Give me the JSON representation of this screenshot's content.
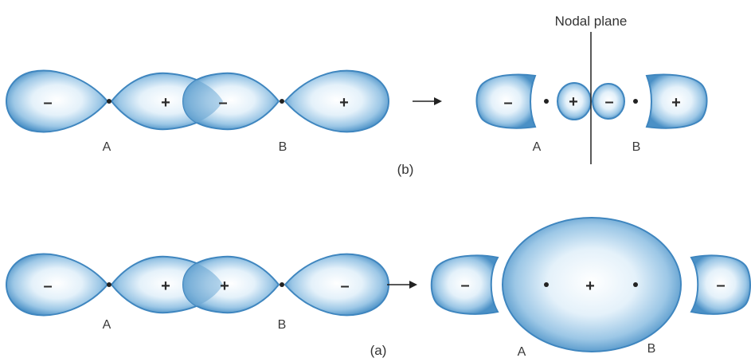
{
  "colors": {
    "lobe_center": "#ffffff",
    "lobe_mid": "#cde4f4",
    "lobe_edge": "#4a90c6",
    "lobe_rim": "#3f86bf",
    "text": "#333333"
  },
  "panel_b": {
    "caption": "(b)",
    "nodal_plane_label": "Nodal plane",
    "left_signs": [
      "–",
      "+",
      "–",
      "+"
    ],
    "atom_a": "A",
    "atom_b": "B",
    "right_signs": [
      "–",
      "+",
      "–",
      "+"
    ],
    "right_atom_a": "A",
    "right_atom_b": "B",
    "arrow": "→"
  },
  "panel_a": {
    "caption": "(a)",
    "left_signs": [
      "–",
      "+",
      "+",
      "–"
    ],
    "atom_a": "A",
    "atom_b": "B",
    "right_signs": [
      "–",
      "+",
      "–"
    ],
    "right_atom_a": "A",
    "right_atom_b": "B",
    "arrow": "→"
  }
}
